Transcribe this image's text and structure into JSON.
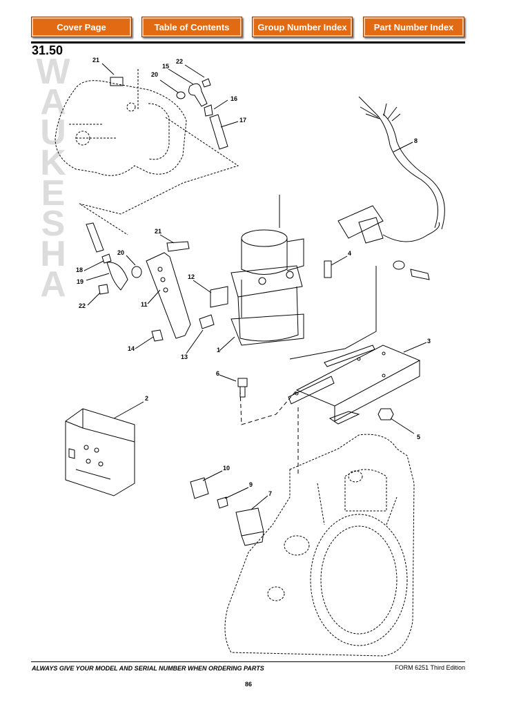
{
  "nav": {
    "cover": "Cover Page",
    "toc": "Table of Contents",
    "group_index": "Group Number Index",
    "part_index": "Part Number Index"
  },
  "section_number": "31.50",
  "watermark": "WAUKESHA",
  "callouts": [
    "21",
    "22",
    "15",
    "20",
    "16",
    "17",
    "8",
    "21",
    "20",
    "18",
    "19",
    "22",
    "11",
    "12",
    "4",
    "14",
    "13",
    "1",
    "3",
    "6",
    "2",
    "5",
    "10",
    "9",
    "7"
  ],
  "footer": {
    "notice": "ALWAYS GIVE YOUR MODEL AND SERIAL NUMBER WHEN ORDERING PARTS",
    "form": "FORM 6251 Third Edition",
    "page": "86"
  },
  "colors": {
    "nav_button": "#e26a12",
    "watermark": "#dcdcdc"
  }
}
